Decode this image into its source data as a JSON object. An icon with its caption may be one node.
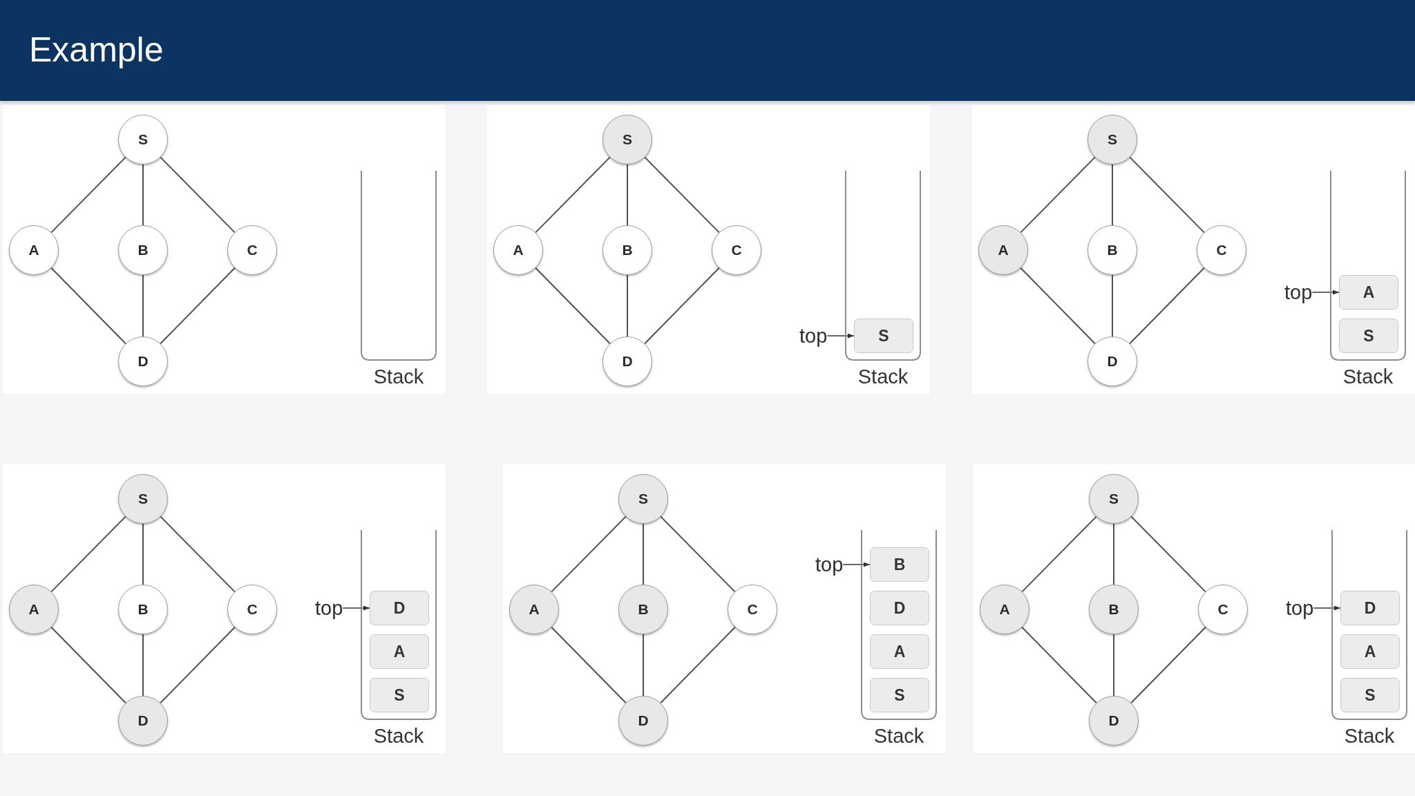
{
  "diagram": {
    "title": "Example",
    "nodes": [
      {
        "text": [
          "S"
        ]
      },
      {
        "text": [
          "A"
        ]
      },
      {
        "text": [
          "B"
        ]
      },
      {
        "text": [
          "C"
        ]
      },
      {
        "text": [
          "D"
        ]
      },
      {
        "text": [
          "Stack"
        ]
      },
      {
        "text": [
          "S"
        ]
      },
      {
        "text": [
          "A"
        ]
      },
      {
        "text": [
          "B"
        ]
      },
      {
        "text": [
          "C"
        ]
      },
      {
        "text": [
          "D"
        ]
      },
      {
        "text": [
          "top"
        ]
      },
      {
        "text": [
          "Stack"
        ]
      },
      {
        "text": [
          "S"
        ],
        "in": 12
      },
      {
        "text": [
          "S"
        ]
      },
      {
        "text": [
          "A"
        ]
      },
      {
        "text": [
          "B"
        ]
      },
      {
        "text": [
          "C"
        ]
      },
      {
        "text": [
          "D"
        ]
      },
      {
        "text": [
          "top"
        ]
      },
      {
        "text": [
          "Stack"
        ]
      },
      {
        "text": [
          "A"
        ],
        "in": 20
      },
      {
        "text": [
          "S"
        ],
        "in": 20
      },
      {
        "text": [
          "S"
        ]
      },
      {
        "text": [
          "A"
        ]
      },
      {
        "text": [
          "B"
        ]
      },
      {
        "text": [
          "C"
        ]
      },
      {
        "text": [
          "D"
        ]
      },
      {
        "text": [
          "top"
        ]
      },
      {
        "text": [
          "Stack"
        ]
      },
      {
        "text": [
          "D"
        ],
        "in": 29
      },
      {
        "text": [
          "A"
        ],
        "in": 29
      },
      {
        "text": [
          "S"
        ],
        "in": 29
      },
      {
        "text": [
          "S"
        ]
      },
      {
        "text": [
          "A"
        ]
      },
      {
        "text": [
          "B"
        ]
      },
      {
        "text": [
          "C"
        ]
      },
      {
        "text": [
          "D"
        ]
      },
      {
        "text": [
          "top"
        ]
      },
      {
        "text": [
          "Stack"
        ]
      },
      {
        "text": [
          "B"
        ],
        "in": 39
      },
      {
        "text": [
          "D"
        ],
        "in": 39
      },
      {
        "text": [
          "A"
        ],
        "in": 39
      },
      {
        "text": [
          "S"
        ],
        "in": 39
      },
      {
        "text": [
          "S"
        ]
      },
      {
        "text": [
          "A"
        ]
      },
      {
        "text": [
          "B"
        ]
      },
      {
        "text": [
          "C"
        ]
      },
      {
        "text": [
          "D"
        ]
      },
      {
        "text": [
          "top"
        ]
      },
      {
        "text": [
          "Stack"
        ]
      },
      {
        "text": [
          "D"
        ],
        "in": 50
      },
      {
        "text": [
          "A"
        ],
        "in": 50
      },
      {
        "text": [
          "S"
        ],
        "in": 50
      }
    ],
    "edges": [
      {
        "from": 0,
        "to": 1,
        "arrow": "none"
      },
      {
        "from": 0,
        "to": 2,
        "arrow": "none"
      },
      {
        "from": 0,
        "to": 3,
        "arrow": "none"
      },
      {
        "from": 1,
        "to": 4,
        "arrow": "none"
      },
      {
        "from": 2,
        "to": 4,
        "arrow": "none"
      },
      {
        "from": 3,
        "to": 4,
        "arrow": "none"
      },
      {
        "from": 6,
        "to": 7,
        "arrow": "none"
      },
      {
        "from": 6,
        "to": 8,
        "arrow": "none"
      },
      {
        "from": 6,
        "to": 9,
        "arrow": "none"
      },
      {
        "from": 7,
        "to": 10,
        "arrow": "none"
      },
      {
        "from": 8,
        "to": 10,
        "arrow": "none"
      },
      {
        "from": 9,
        "to": 10,
        "arrow": "none"
      },
      {
        "from": 11,
        "to": 13,
        "arrow": "to"
      },
      {
        "from": 14,
        "to": 15,
        "arrow": "none"
      },
      {
        "from": 14,
        "to": 16,
        "arrow": "none"
      },
      {
        "from": 14,
        "to": 17,
        "arrow": "none"
      },
      {
        "from": 15,
        "to": 18,
        "arrow": "none"
      },
      {
        "from": 16,
        "to": 18,
        "arrow": "none"
      },
      {
        "from": 17,
        "to": 18,
        "arrow": "none"
      },
      {
        "from": 19,
        "to": 21,
        "arrow": "to"
      },
      {
        "from": 23,
        "to": 24,
        "arrow": "none"
      },
      {
        "from": 23,
        "to": 25,
        "arrow": "none"
      },
      {
        "from": 23,
        "to": 26,
        "arrow": "none"
      },
      {
        "from": 24,
        "to": 27,
        "arrow": "none"
      },
      {
        "from": 25,
        "to": 27,
        "arrow": "none"
      },
      {
        "from": 26,
        "to": 27,
        "arrow": "none"
      },
      {
        "from": 28,
        "to": 30,
        "arrow": "to"
      },
      {
        "from": 33,
        "to": 34,
        "arrow": "none"
      },
      {
        "from": 33,
        "to": 35,
        "arrow": "none"
      },
      {
        "from": 33,
        "to": 36,
        "arrow": "none"
      },
      {
        "from": 34,
        "to": 37,
        "arrow": "none"
      },
      {
        "from": 35,
        "to": 37,
        "arrow": "none"
      },
      {
        "from": 36,
        "to": 37,
        "arrow": "none"
      },
      {
        "from": 38,
        "to": 40,
        "arrow": "to"
      },
      {
        "from": 44,
        "to": 45,
        "arrow": "none"
      },
      {
        "from": 44,
        "to": 46,
        "arrow": "none"
      },
      {
        "from": 44,
        "to": 47,
        "arrow": "none"
      },
      {
        "from": 45,
        "to": 48,
        "arrow": "none"
      },
      {
        "from": 46,
        "to": 48,
        "arrow": "none"
      },
      {
        "from": 47,
        "to": 48,
        "arrow": "none"
      },
      {
        "from": 49,
        "to": 51,
        "arrow": "to"
      }
    ]
  }
}
